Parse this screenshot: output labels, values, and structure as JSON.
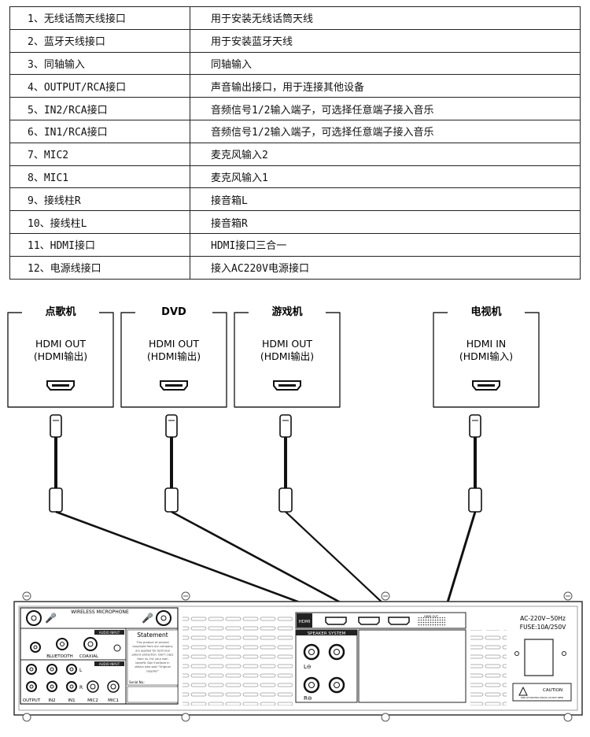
{
  "table": {
    "rows": [
      {
        "name": "1、无线话筒天线接口",
        "desc": "用于安装无线话筒天线"
      },
      {
        "name": "2、蓝牙天线接口",
        "desc": "用于安装蓝牙天线"
      },
      {
        "name": "3、同轴输入",
        "desc": "同轴输入"
      },
      {
        "name": "4、OUTPUT/RCA接口",
        "desc": "声音输出接口，用于连接其他设备"
      },
      {
        "name": "5、IN2/RCA接口",
        "desc": "音频信号1/2输入端子，可选择任意端子接入音乐"
      },
      {
        "name": "6、IN1/RCA接口",
        "desc": "音频信号1/2输入端子，可选择任意端子接入音乐"
      },
      {
        "name": "7、MIC2",
        "desc": "麦克风输入2"
      },
      {
        "name": "8、MIC1",
        "desc": "麦克风输入1"
      },
      {
        "name": "9、接线柱R",
        "desc": "接音箱L"
      },
      {
        "name": "10、接线柱L",
        "desc": "接音箱R"
      },
      {
        "name": "11、HDMI接口",
        "desc": "HDMI接口三合一"
      },
      {
        "name": "12、电源线接口",
        "desc": "接入AC220V电源接口"
      }
    ]
  },
  "devices": [
    {
      "title": "点歌机",
      "port_line1": "HDMI OUT",
      "port_line2": "(HDMI输出)"
    },
    {
      "title": "DVD",
      "port_line1": "HDMI OUT",
      "port_line2": "(HDMI输出)"
    },
    {
      "title": "游戏机",
      "port_line1": "HDMI OUT",
      "port_line2": "(HDMI输出)"
    },
    {
      "title": "电视机",
      "port_line1": "HDMI IN",
      "port_line2": "(HDMI输入)"
    }
  ],
  "panel": {
    "wireless_mic": "WIRELESS MICROPHONE",
    "audio_input": "AUDIO INPUT",
    "bluetooth": "BLUETOOTH",
    "coaxial": "COAXIAL",
    "output": "OUTPUT",
    "in2": "IN2",
    "in1": "IN1",
    "mic2": "MIC2",
    "mic1": "MIC1",
    "ch_l": "L",
    "ch_r": "R",
    "statement_title": "Statement",
    "statement_text": [
      "This product of several",
      "copyright from our company",
      "are applied for technical",
      "patent protection. Don't copy",
      "from us. For your own",
      "benefit. Don't believe in",
      "others who said \"Original",
      "supplier\""
    ],
    "serial": "Serial No.:",
    "hdmi_tag": "HDMI",
    "hdmi_out": "HDMI OUT",
    "speaker_system": "SPEAKER SYSTEM",
    "spk_l": "L⊖",
    "spk_r": "R⊖",
    "power_line1": "AC-220V~50Hz",
    "power_line2": "FUSE:10A/250V",
    "caution": "CAUTION",
    "caution_sub": "RISK OF ELECTRIC SHOCK, DO NOT OPEN"
  }
}
